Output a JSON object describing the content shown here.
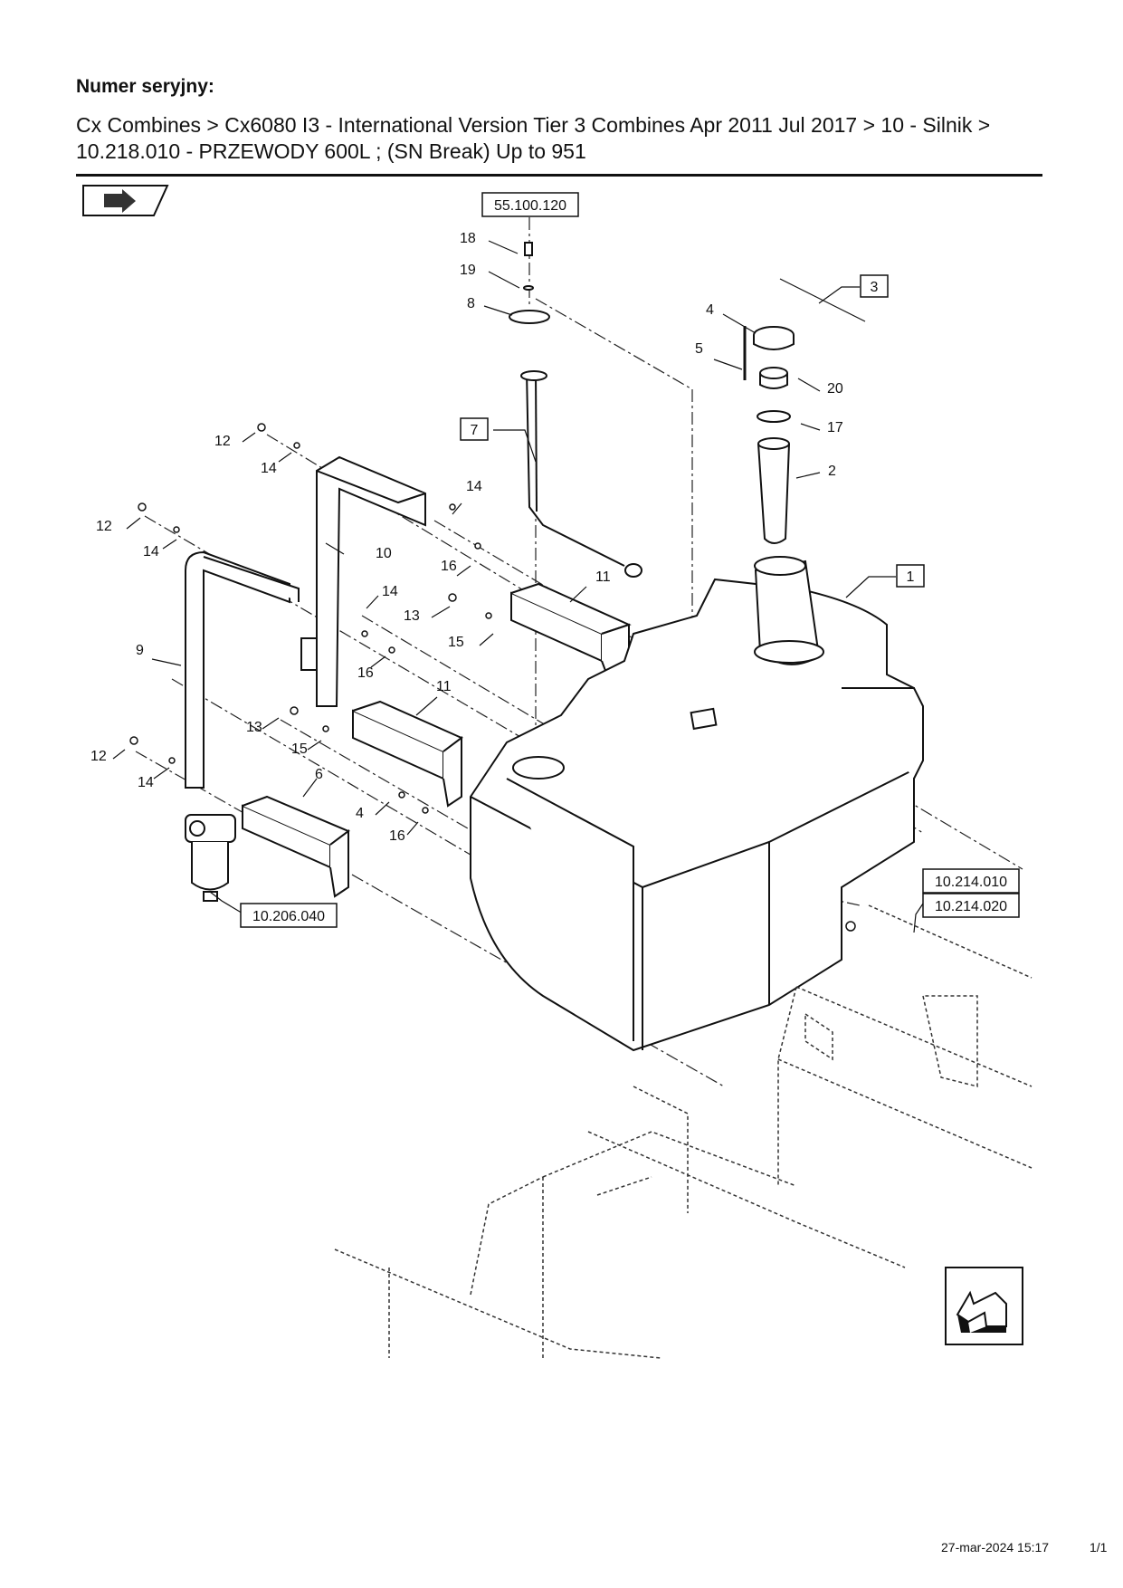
{
  "header": {
    "serial_label": "Numer seryjny:",
    "breadcrumb": "Cx Combines > Cx6080 I3 - International Version Tier 3 Combines Apr 2011 Jul 2017 > 10 - Silnik > 10.218.010 - PRZEWODY 600L ; (SN Break) Up to 951"
  },
  "references": {
    "top": "55.100.120",
    "filter": "10.206.040",
    "right_1": "10.214.010",
    "right_2": "10.214.020"
  },
  "boxed_callouts": [
    "1",
    "3",
    "7"
  ],
  "callouts": [
    "2",
    "4",
    "4",
    "5",
    "6",
    "8",
    "9",
    "10",
    "11",
    "11",
    "12",
    "12",
    "12",
    "13",
    "13",
    "14",
    "14",
    "14",
    "14",
    "14",
    "15",
    "15",
    "16",
    "16",
    "16",
    "17",
    "18",
    "19",
    "20"
  ],
  "icons": {
    "top_left": "view-arrow-icon",
    "bottom_right": "next-page-arrow-icon"
  },
  "footer": {
    "date": "27-mar-2024 15:17",
    "page": "1/1"
  }
}
